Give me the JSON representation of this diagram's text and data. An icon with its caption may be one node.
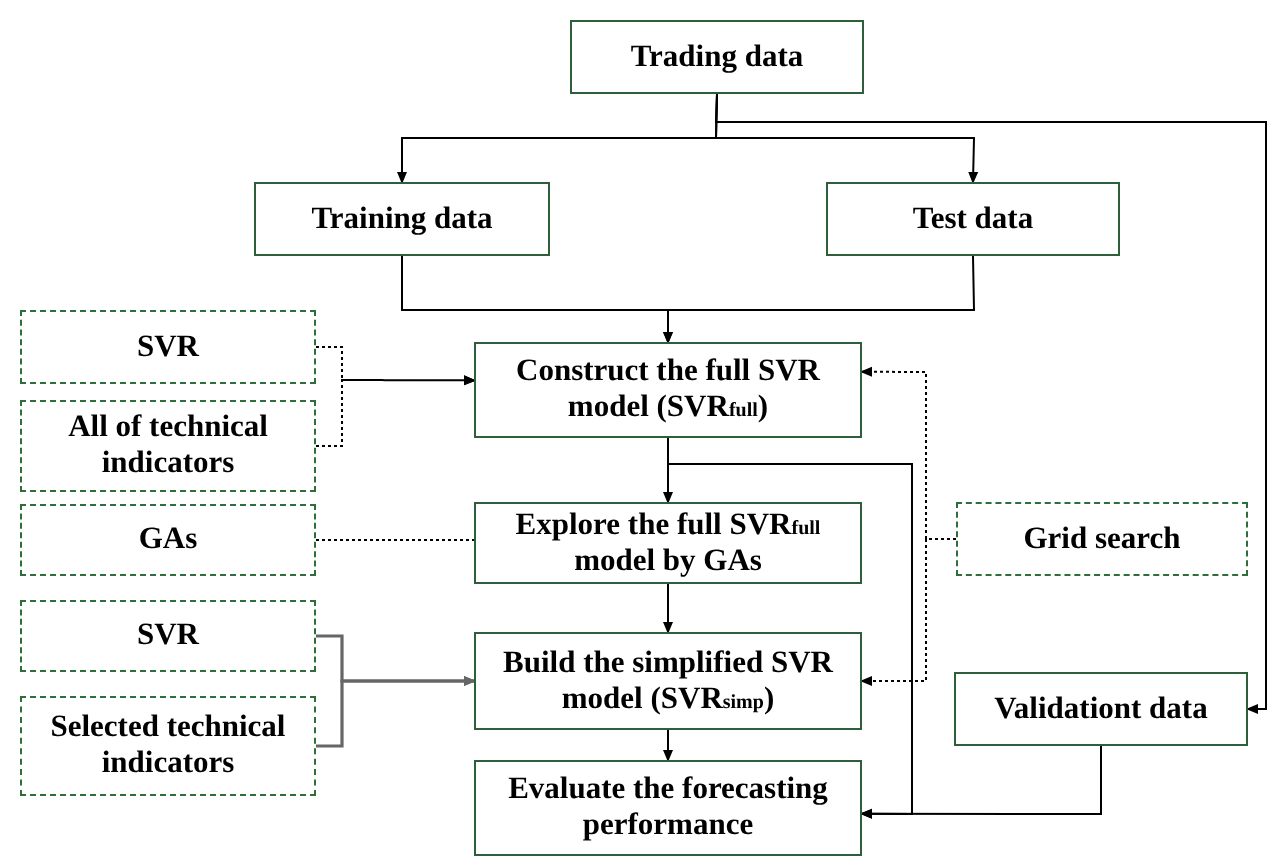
{
  "diagram": {
    "nodes": [
      {
        "text": [
          "Trading data"
        ]
      },
      {
        "text": [
          "Training data"
        ]
      },
      {
        "text": [
          "Test data"
        ]
      },
      {
        "text": [
          "SVR"
        ]
      },
      {
        "text": [
          "All of technical indicators"
        ]
      },
      {
        "text": [
          "Construct the full SVR model (SVR$_{full}$)"
        ]
      },
      {
        "text": [
          "GAs"
        ]
      },
      {
        "text": [
          "Explore the full SVR$_{full}$ model by GAs"
        ]
      },
      {
        "text": [
          "Grid search"
        ]
      },
      {
        "text": [
          "SVR"
        ]
      },
      {
        "text": [
          "Selected technical indicators"
        ]
      },
      {
        "text": [
          "Build the simplified SVR model (SVR$_{simp}$)"
        ]
      },
      {
        "text": [
          "Validationt data"
        ]
      },
      {
        "text": [
          "Evaluate the forecasting performance"
        ]
      }
    ],
    "edges": [
      {
        "from": 0,
        "to": 1,
        "arrow": "to"
      },
      {
        "from": 0,
        "to": 2,
        "arrow": "to"
      },
      {
        "from": 0,
        "to": 12,
        "arrow": "to"
      },
      {
        "from": 1,
        "to": 5,
        "arrow": "to"
      },
      {
        "from": 2,
        "to": 5,
        "arrow": "to"
      },
      {
        "from": 3,
        "to": 5,
        "arrow": "to",
        "style": "dashed"
      },
      {
        "from": 4,
        "to": 5,
        "arrow": "to",
        "style": "dashed"
      },
      {
        "from": 6,
        "to": 7,
        "arrow": "none",
        "style": "dashed"
      },
      {
        "from": 8,
        "to": 5,
        "arrow": "to",
        "style": "dashed"
      },
      {
        "from": 8,
        "to": 11,
        "arrow": "to",
        "style": "dashed"
      },
      {
        "from": 9,
        "to": 11,
        "arrow": "to",
        "color": "#666666"
      },
      {
        "from": 10,
        "to": 11,
        "arrow": "to",
        "color": "#666666"
      },
      {
        "from": 5,
        "to": 7,
        "arrow": "to"
      },
      {
        "from": 7,
        "to": 11,
        "arrow": "to"
      },
      {
        "from": 11,
        "to": 13,
        "arrow": "to"
      },
      {
        "from": 5,
        "to": 13,
        "arrow": "to"
      },
      {
        "from": 12,
        "to": 13,
        "arrow": "to"
      }
    ]
  }
}
